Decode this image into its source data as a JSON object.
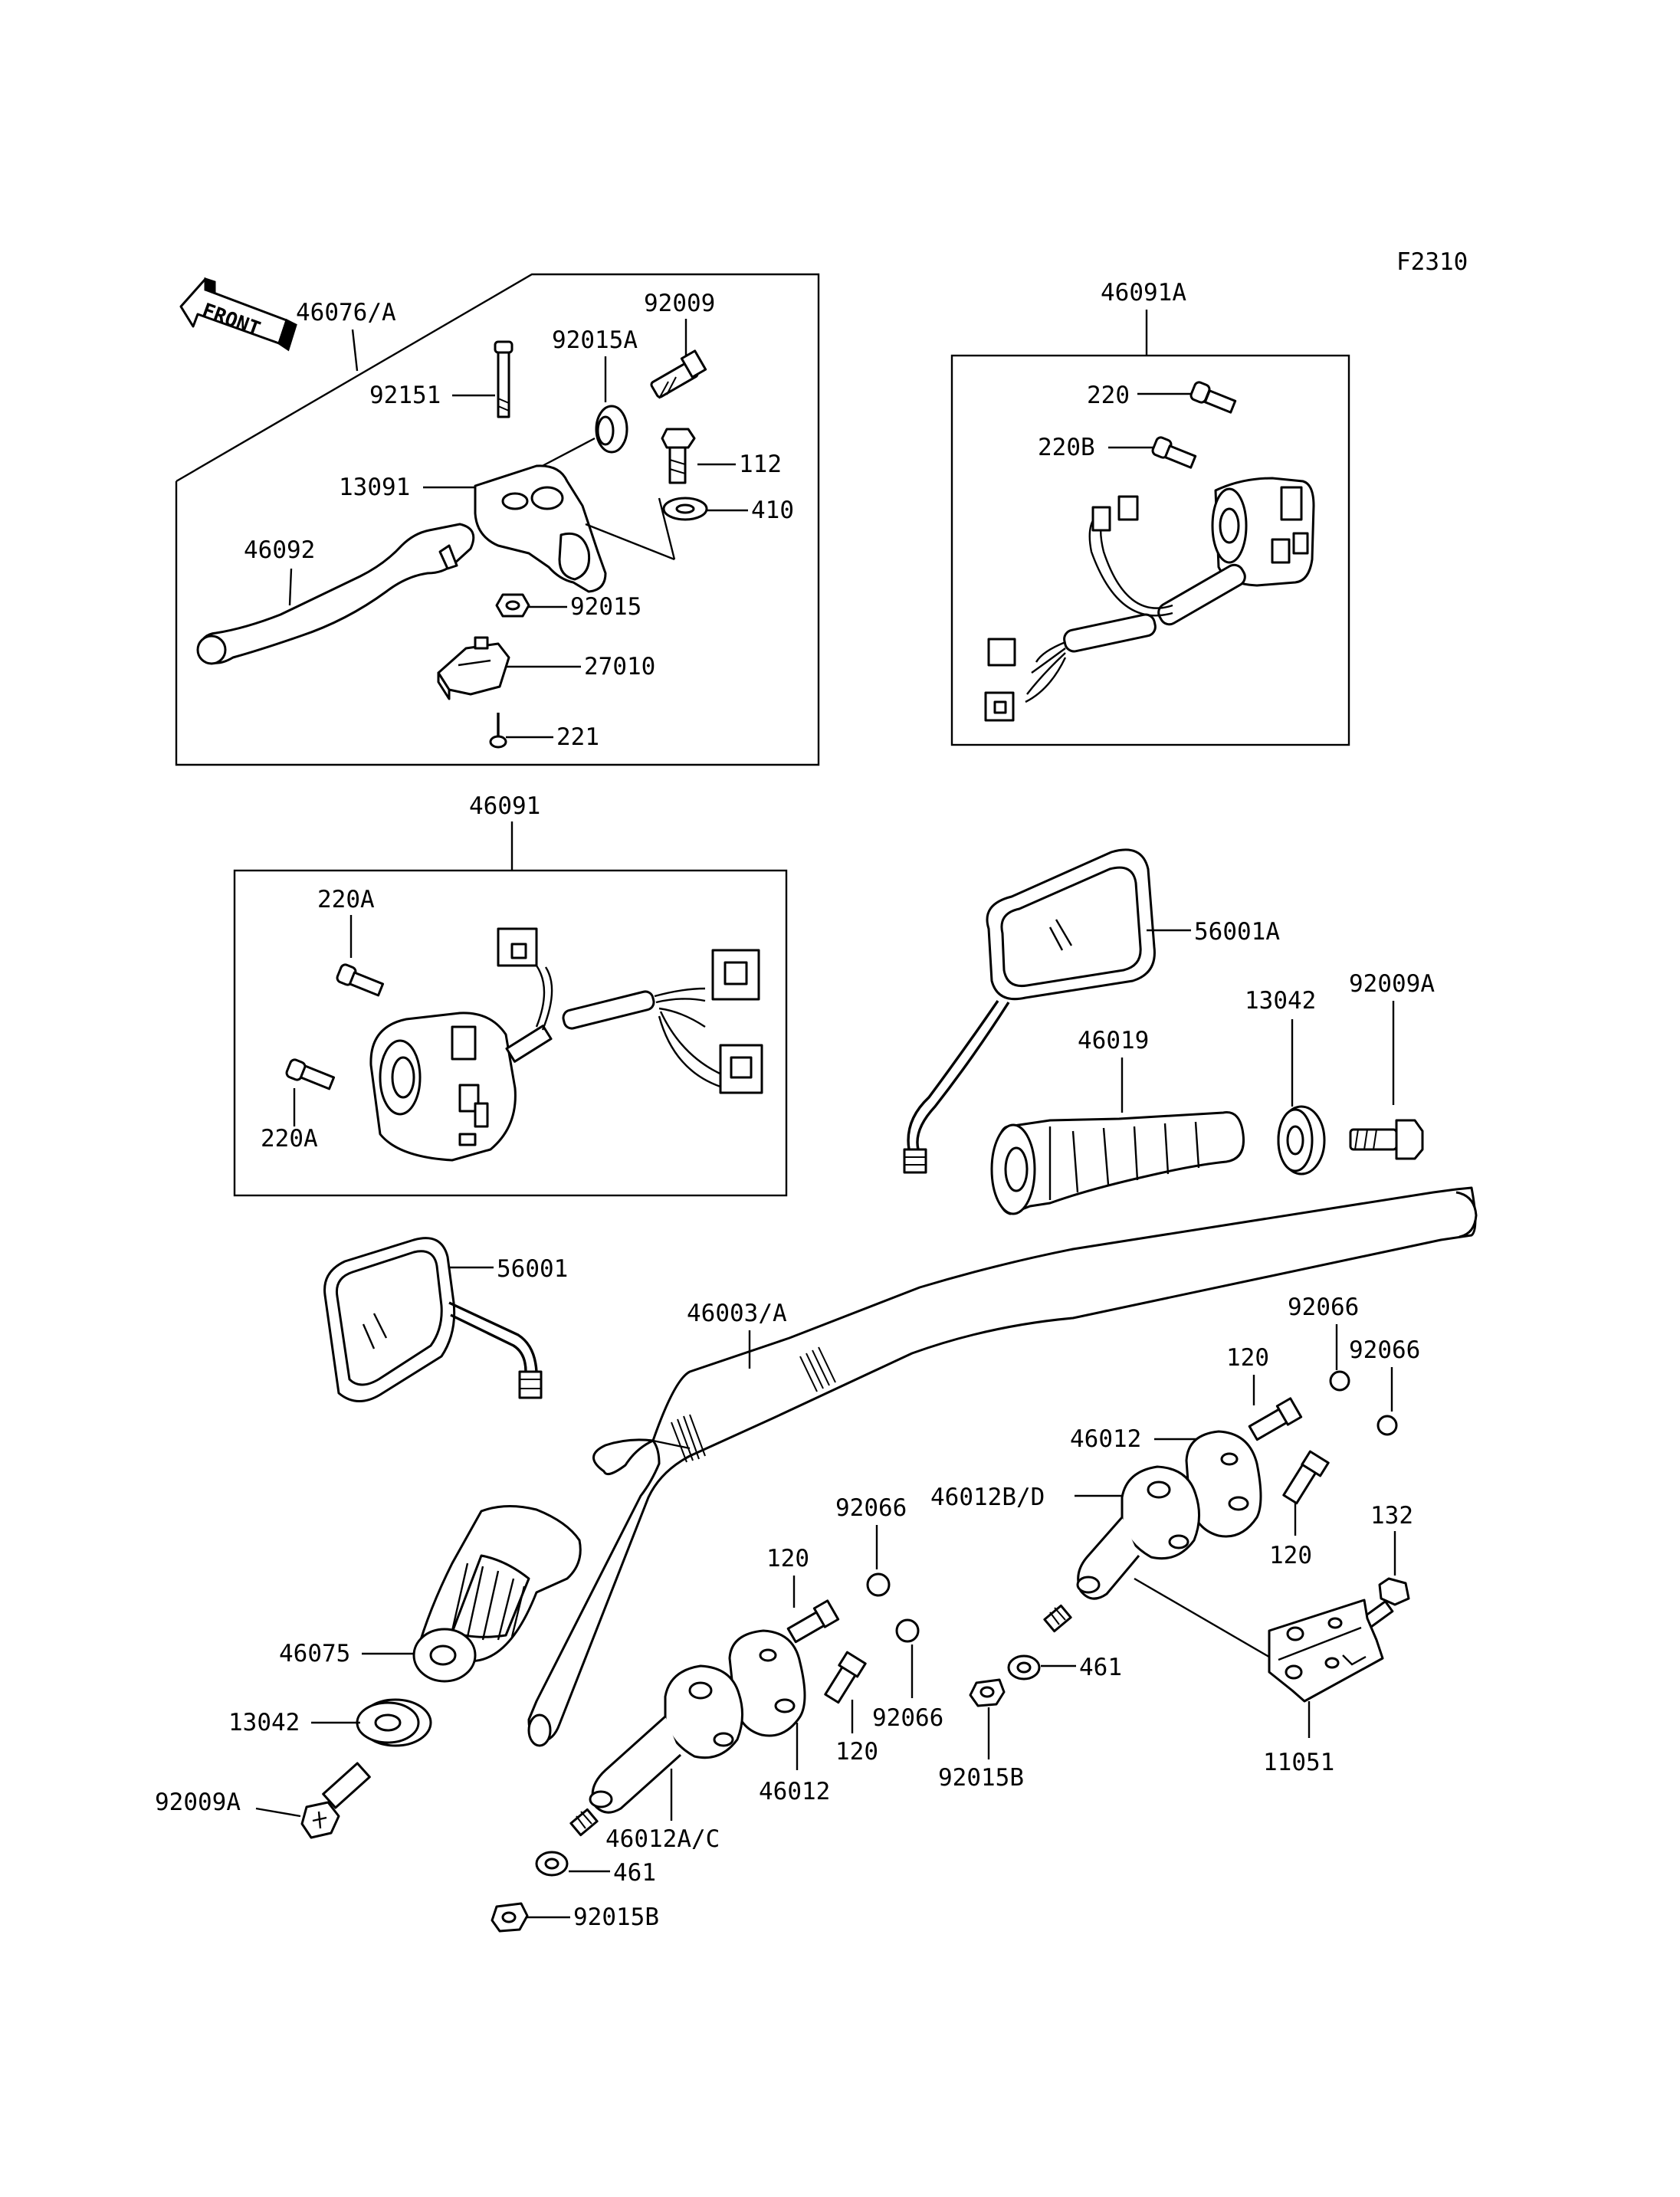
{
  "figure_code": "F2310",
  "front_arrow_label": "FRONT",
  "assemblies": {
    "lever_assembly": {
      "label": "46076/A",
      "parts": {
        "p92009": "92009",
        "p92015A": "92015A",
        "p92151": "92151",
        "p112": "112",
        "p13091": "13091",
        "p410": "410",
        "p46092": "46092",
        "p92015": "92015",
        "p27010": "27010",
        "p221": "221"
      }
    },
    "right_switch_assembly": {
      "label": "46091A",
      "parts": {
        "p220": "220",
        "p220B": "220B"
      }
    },
    "left_switch_assembly": {
      "label": "46091",
      "parts": {
        "p220A_top": "220A",
        "p220A_bottom": "220A"
      }
    }
  },
  "parts": {
    "mirror_right": "56001A",
    "grip_right": "46019",
    "spacer_right": "13042",
    "bolt_right": "92009A",
    "mirror_left": "56001",
    "handlebar": "46003/A",
    "washer_top_a": "92066",
    "washer_top_b": "92066",
    "bolt_120_top": "120",
    "holder_right_upper": "46012",
    "holder_right_lower": "46012B/D",
    "bolt_120_right": "120",
    "bolt_132": "132",
    "washer_mid": "92066",
    "bolt_120_mid": "120",
    "grip_left": "46075",
    "washer_mid_b": "92066",
    "washer_461_right": "461",
    "bolt_120_left": "120",
    "spacer_left": "13042",
    "holder_left_upper": "46012",
    "nut_92015B_right": "92015B",
    "bracket_11051": "11051",
    "bolt_left": "92009A",
    "holder_left_lower": "46012A/C",
    "washer_461_left": "461",
    "nut_92015B_left": "92015B"
  }
}
